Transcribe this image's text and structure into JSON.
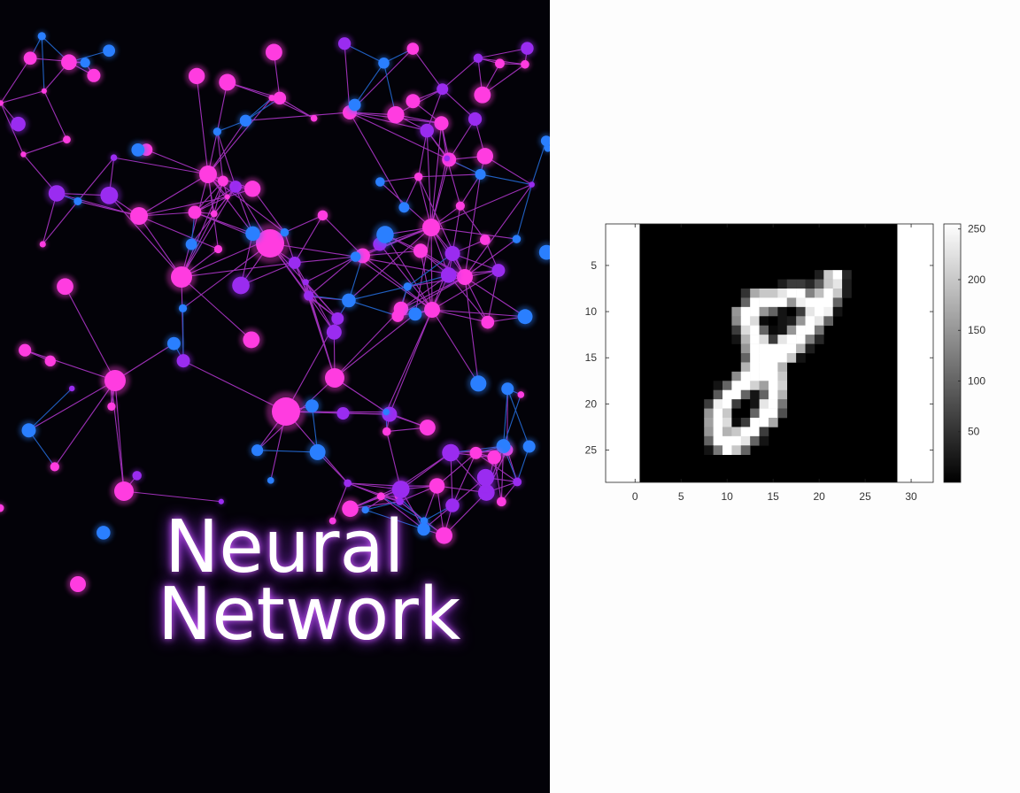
{
  "poster": {
    "title_line1": "Neural",
    "title_line2": "Network",
    "colors": {
      "magenta": "#ff3ce0",
      "blue": "#2a7fff",
      "purple": "#9a2cf0",
      "background": "#030208"
    }
  },
  "chart_data": {
    "type": "heatmap",
    "title": "",
    "xlabel": "",
    "ylabel": "",
    "colormap": "gray",
    "image_size": [
      28,
      28
    ],
    "xlim": [
      -3.2,
      32.4
    ],
    "ylim": [
      0.5,
      28.5
    ],
    "y_reversed": true,
    "xticks": [
      0,
      5,
      10,
      15,
      20,
      25,
      30
    ],
    "yticks": [
      5,
      10,
      15,
      20,
      25
    ],
    "colorbar": {
      "range": [
        0,
        255
      ],
      "ticks": [
        50,
        100,
        150,
        200,
        250
      ]
    },
    "grid": false,
    "nonzero_rows": [
      {
        "row": 6,
        "start": 20,
        "values": [
          30,
          200,
          255,
          40
        ]
      },
      {
        "row": 7,
        "start": 16,
        "values": [
          30,
          60,
          60,
          40,
          90,
          200,
          230,
          30
        ]
      },
      {
        "row": 8,
        "start": 12,
        "values": [
          50,
          170,
          200,
          200,
          230,
          255,
          255,
          130,
          190,
          255,
          200,
          30
        ]
      },
      {
        "row": 9,
        "start": 12,
        "values": [
          100,
          255,
          255,
          255,
          255,
          150,
          240,
          255,
          255,
          255,
          100
        ]
      },
      {
        "row": 10,
        "start": 11,
        "values": [
          150,
          255,
          255,
          150,
          100,
          20,
          0,
          60,
          230,
          255,
          240,
          20
        ]
      },
      {
        "row": 11,
        "start": 11,
        "values": [
          140,
          255,
          220,
          10,
          0,
          20,
          30,
          150,
          255,
          230,
          100
        ]
      },
      {
        "row": 12,
        "start": 11,
        "values": [
          60,
          220,
          255,
          100,
          10,
          20,
          150,
          255,
          255,
          120
        ]
      },
      {
        "row": 13,
        "start": 11,
        "values": [
          20,
          180,
          255,
          220,
          60,
          230,
          255,
          255,
          130,
          40
        ]
      },
      {
        "row": 14,
        "start": 12,
        "values": [
          150,
          255,
          255,
          255,
          255,
          255,
          180,
          30
        ]
      },
      {
        "row": 15,
        "start": 12,
        "values": [
          100,
          255,
          255,
          255,
          255,
          200,
          20
        ]
      },
      {
        "row": 16,
        "start": 12,
        "values": [
          180,
          255,
          255,
          255,
          180
        ]
      },
      {
        "row": 17,
        "start": 11,
        "values": [
          140,
          255,
          255,
          255,
          255,
          200
        ]
      },
      {
        "row": 18,
        "start": 9,
        "values": [
          20,
          100,
          255,
          255,
          210,
          160,
          255,
          210
        ]
      },
      {
        "row": 19,
        "start": 9,
        "values": [
          90,
          255,
          255,
          100,
          20,
          100,
          255,
          180
        ]
      },
      {
        "row": 20,
        "start": 8,
        "values": [
          60,
          240,
          255,
          60,
          0,
          20,
          230,
          255,
          120
        ]
      },
      {
        "row": 21,
        "start": 8,
        "values": [
          150,
          255,
          200,
          0,
          0,
          100,
          255,
          255,
          80
        ]
      },
      {
        "row": 22,
        "start": 8,
        "values": [
          160,
          255,
          220,
          10,
          60,
          255,
          255,
          170
        ]
      },
      {
        "row": 23,
        "start": 8,
        "values": [
          150,
          255,
          180,
          200,
          255,
          255,
          60
        ]
      },
      {
        "row": 24,
        "start": 8,
        "values": [
          100,
          255,
          255,
          255,
          230,
          100,
          20
        ]
      },
      {
        "row": 25,
        "start": 8,
        "values": [
          20,
          120,
          255,
          200,
          100
        ]
      }
    ]
  }
}
